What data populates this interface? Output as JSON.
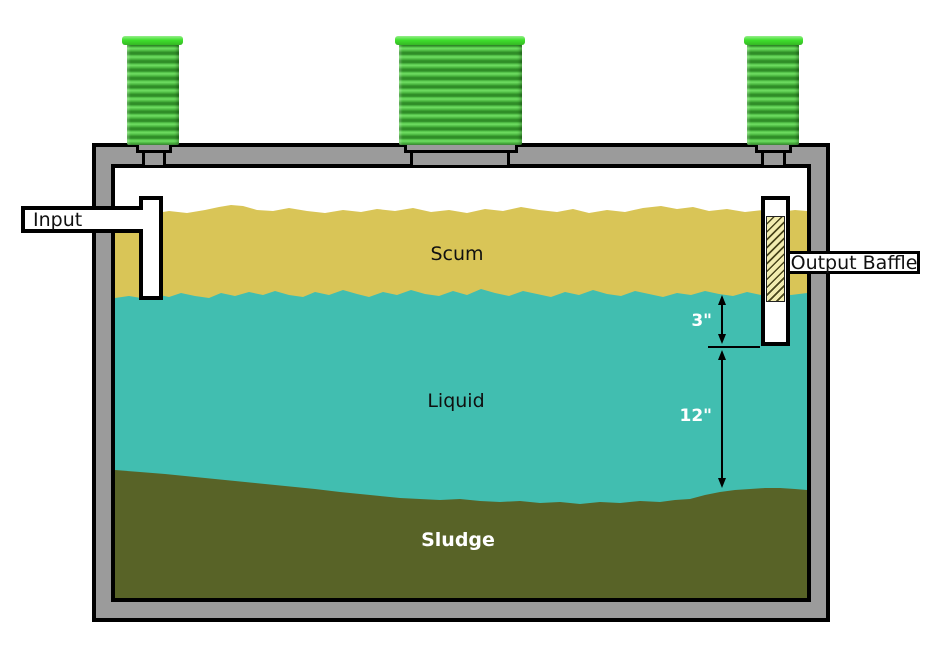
{
  "diagram": {
    "input_label": "Input",
    "output_baffle_label": "Output Baffle",
    "layers": {
      "scum": "Scum",
      "liquid": "Liquid",
      "sludge": "Sludge"
    },
    "dimensions": {
      "scum_to_baffle_bottom": "3\"",
      "baffle_bottom_to_sludge": "12\""
    }
  },
  "colors": {
    "scum": "#d9c557",
    "liquid": "#41beb0",
    "sludge": "#586327",
    "tank_wall": "#9b9b9b",
    "outline": "#000000",
    "riser_cap": "#3fe02c",
    "riser_body_green": "#4db941",
    "filter_fill": "#f2ecb0",
    "dimension_text": "#ffffff",
    "page_background": "#ffffff"
  }
}
